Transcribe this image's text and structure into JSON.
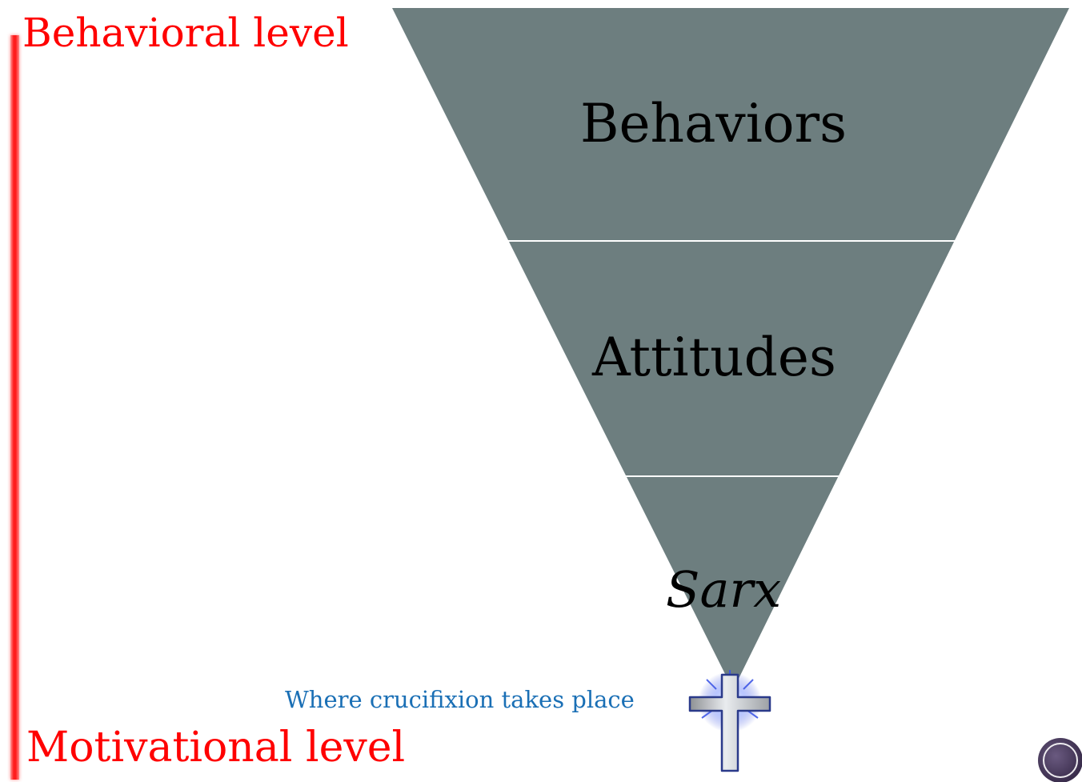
{
  "labels": {
    "top": "Behavioral level",
    "bottom": "Motivational level"
  },
  "tiers": [
    {
      "label": "Behaviors"
    },
    {
      "label": "Attitudes"
    },
    {
      "label": "Sarx"
    }
  ],
  "caption": "Where crucifixion takes place",
  "icons": {
    "cross": "cross-icon",
    "logo": "circle-logo-icon"
  },
  "colors": {
    "funnel": "#6d7e7f",
    "accent_red": "#ff0000",
    "caption_blue": "#1a6fb5"
  }
}
